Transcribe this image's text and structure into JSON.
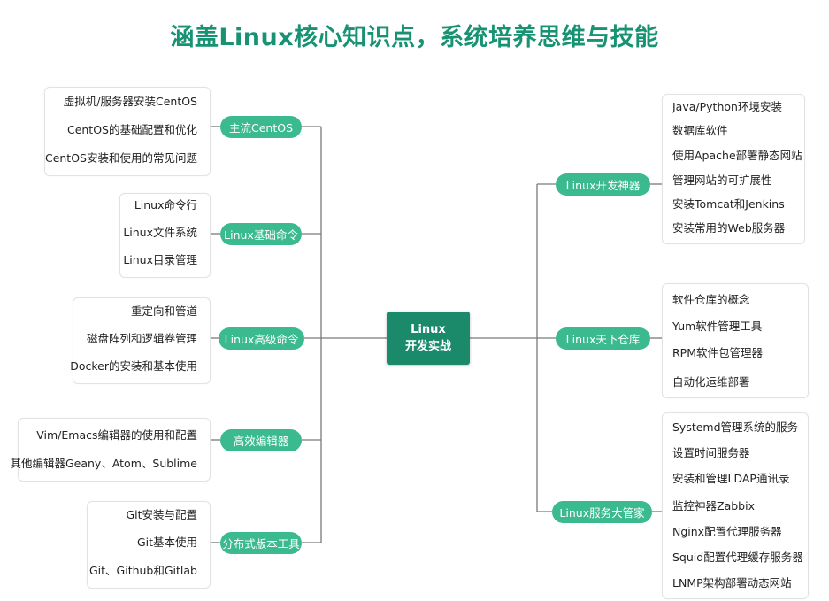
{
  "title": "涵盖Linux核心知识点，系统培养思维与技能",
  "center": {
    "line1": "Linux",
    "line2": "开发实战"
  },
  "colors": {
    "title": "#179373",
    "center": "#1b8a6b",
    "topic": "#3cba8f",
    "line": "#7a7a7a"
  },
  "left": [
    {
      "label": "主流CentOS",
      "items": [
        "虚拟机/服务器安装CentOS",
        "CentOS的基础配置和优化",
        "CentOS安装和使用的常见问题"
      ]
    },
    {
      "label": "Linux基础命令",
      "items": [
        "Linux命令行",
        "Linux文件系统",
        "Linux目录管理"
      ]
    },
    {
      "label": "Linux高级命令",
      "items": [
        "重定向和管道",
        "磁盘阵列和逻辑卷管理",
        "Docker的安装和基本使用"
      ]
    },
    {
      "label": "高效编辑器",
      "items": [
        "Vim/Emacs编辑器的使用和配置",
        "其他编辑器Geany、Atom、Sublime"
      ]
    },
    {
      "label": "分布式版本工具",
      "items": [
        "Git安装与配置",
        "Git基本使用",
        "Git、Github和Gitlab"
      ]
    }
  ],
  "right": [
    {
      "label": "Linux开发神器",
      "items": [
        "Java/Python环境安装",
        "数据库软件",
        "使用Apache部署静态网站",
        "管理网站的可扩展性",
        "安装Tomcat和Jenkins",
        "安装常用的Web服务器"
      ]
    },
    {
      "label": "Linux天下仓库",
      "items": [
        "软件仓库的概念",
        "Yum软件管理工具",
        "RPM软件包管理器",
        "自动化运维部署"
      ]
    },
    {
      "label": "Linux服务大管家",
      "items": [
        "Systemd管理系统的服务",
        "设置时间服务器",
        "安装和管理LDAP通讯录",
        "监控神器Zabbix",
        "Nginx配置代理服务器",
        "Squid配置代理缓存服务器",
        "LNMP架构部署动态网站"
      ]
    }
  ]
}
